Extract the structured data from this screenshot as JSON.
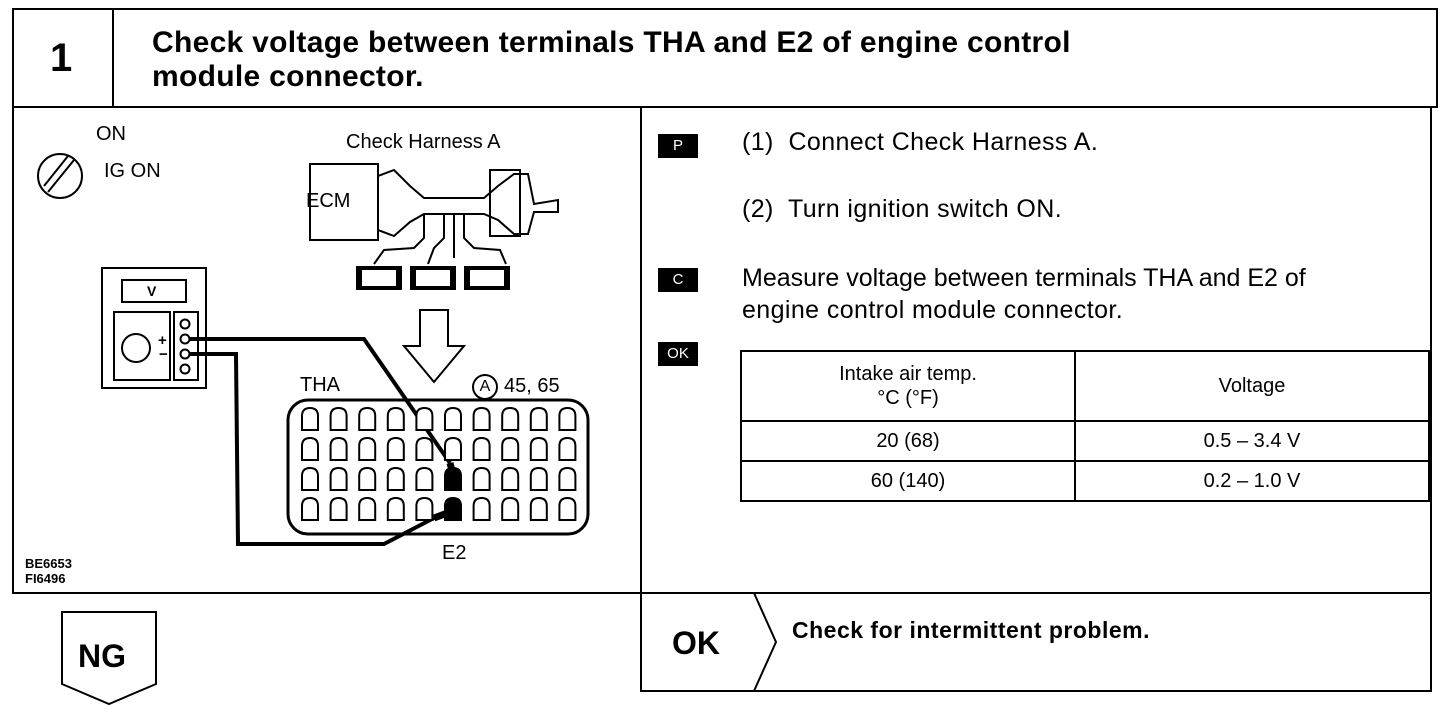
{
  "step": {
    "number": "1",
    "title_line1": "Check voltage between terminals THA and E2 of engine control",
    "title_line2": "module connector."
  },
  "diagram": {
    "switch_on": "ON",
    "switch_ig_on": "IG ON",
    "harness_label": "Check Harness A",
    "ecm_label": "ECM",
    "meter_label": "V",
    "meter_plus": "+",
    "meter_minus": "−",
    "tha_label": "THA",
    "connector_badge": "A",
    "connector_pins": "45, 65",
    "e2_label": "E2",
    "code_1": "BE6653",
    "code_2": "FI6496"
  },
  "instructions": {
    "prep_tag": "P",
    "prep_1": "(1)  Connect Check Harness A.",
    "prep_2": "(2)  Turn ignition switch ON.",
    "check_tag": "C",
    "check_line1": "Measure voltage between terminals THA and E2 of",
    "check_line2": "engine control module connector.",
    "ok_tag": "OK"
  },
  "spec_table": {
    "header_temp_line1": "Intake air temp.",
    "header_temp_line2": "°C (°F)",
    "header_voltage": "Voltage",
    "rows": [
      {
        "temp": "20 (68)",
        "voltage": "0.5 – 3.4 V"
      },
      {
        "temp": "60 (140)",
        "voltage": "0.2 – 1.0 V"
      }
    ]
  },
  "results": {
    "ng_label": "NG",
    "ok_label": "OK",
    "ok_text": "Check for intermittent problem."
  }
}
